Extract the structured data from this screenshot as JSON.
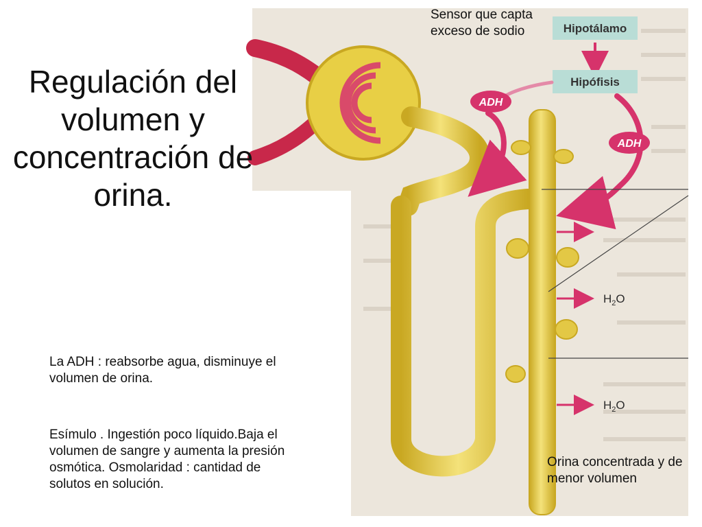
{
  "slide": {
    "title": "Regulación del volumen y concentración de orina.",
    "adh_text": "La ADH : reabsorbe agua, disminuye el volumen de orina.",
    "stimulus_text": "Esímulo . Ingestión poco líquido.Baja el volumen de sangre y aumenta la presión osmótica. Osmolaridad : cantidad de solutos en solución."
  },
  "diagram": {
    "sensor_note": "Sensor que capta exceso de sodio",
    "hypothalamus_label": "Hipotálamo",
    "pituitary_label": "Hipófisis",
    "adh_badge_1": "ADH",
    "adh_badge_2": "ADH",
    "water_label_1": "H",
    "water_label_1_sub": "2",
    "water_label_1_end": "O",
    "water_label_2": "H",
    "water_label_2_sub": "2",
    "water_label_2_end": "O",
    "urine_note": "Orina concentrada y de menor volumen"
  },
  "colors": {
    "tubule": "#e8d04a",
    "tubule_shadow": "#c9a822",
    "artery": "#c8284a",
    "glomerulus": "#d94a6a",
    "hormone_arrow": "#d6336b",
    "label_box": "#b9ddd6",
    "page_photo": "#ece6dc"
  }
}
